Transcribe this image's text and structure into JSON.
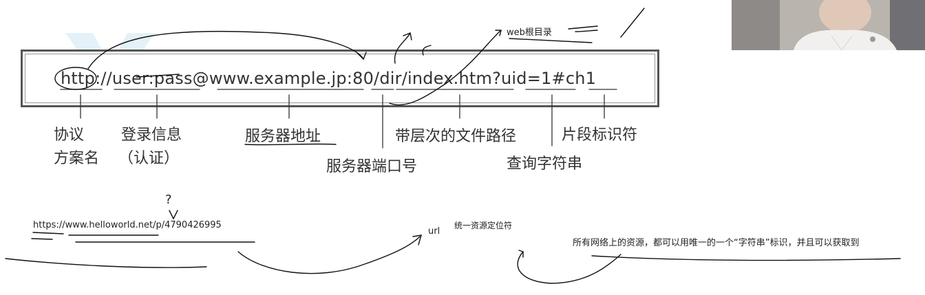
{
  "url_anatomy": {
    "url_text": "http://user:pass@www.example.jp:80/dir/index.htm?uid=1#ch1",
    "labels": {
      "scheme_line1": "协议",
      "scheme_line2": "方案名",
      "credentials_line1": "登录信息",
      "credentials_line2": "（认证）",
      "server_address": "服务器地址",
      "server_port": "服务器端口号",
      "file_path": "带层次的文件路径",
      "query_string": "查询字符串",
      "fragment": "片段标识符"
    }
  },
  "annotations": {
    "web_root": "web根目录",
    "question_mark": "?",
    "example_url": "https://www.helloworld.net/p/4790426995",
    "url_term": "url",
    "url_meaning": "统一资源定位符",
    "resource_note": "所有网络上的资源，都可以用唯一的一个“字符串”标识，并且可以获取到"
  },
  "colors": {
    "ink": "#222222",
    "box_border": "#555555",
    "watermark": "#cfe6f5"
  }
}
